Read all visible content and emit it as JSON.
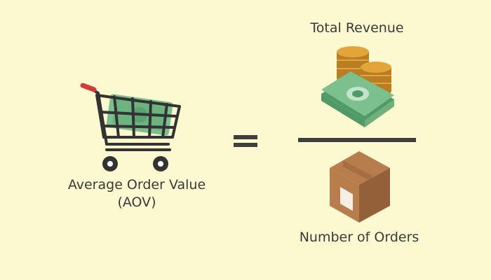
{
  "background": "#fcf8cf",
  "colors": {
    "equals": "#3f3f3f",
    "fraction_bar": "#3f3f3f",
    "cash": "#7cc08d",
    "cash_dark": "#4f9a66",
    "coin": "#e3a43a",
    "coin_dark": "#b97e24",
    "box": "#b77d4c",
    "box_dark": "#94603a",
    "cart": "#333333",
    "cart_handle": "#d23a3a"
  },
  "icons": {
    "cart": "shopping-cart-icon",
    "revenue": "money-coins-icon",
    "orders": "package-box-icon"
  },
  "labels": {
    "aov_line1": "Average Order Value",
    "aov_line2": "(AOV)",
    "total_revenue": "Total Revenue",
    "number_of_orders": "Number of Orders"
  }
}
